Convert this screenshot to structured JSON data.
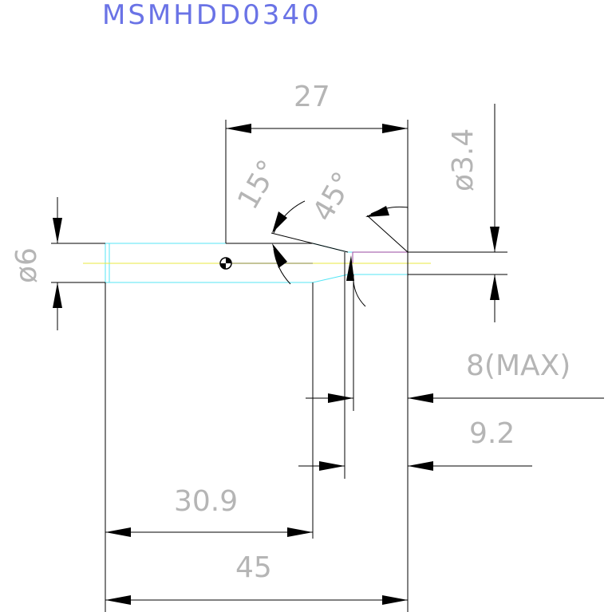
{
  "title": "MSMHDD0340",
  "dimensions": {
    "overall_length": "27",
    "total_length": "45",
    "body_length": "30.9",
    "diameter_large": "ø6",
    "diameter_small": "ø3.4",
    "angle_15": "15°",
    "angle_45": "45°",
    "tip_max": "8(MAX)",
    "tip_length": "9.2"
  },
  "colors": {
    "line": "#000000",
    "dim_text": "#b5b5b5",
    "title": "#6a73e6",
    "outline_cyan": "#55e6f5",
    "centerline_yellow": "#e8e840",
    "tip_red": "#c85a3a",
    "tip_purple": "#9a4aa0"
  }
}
